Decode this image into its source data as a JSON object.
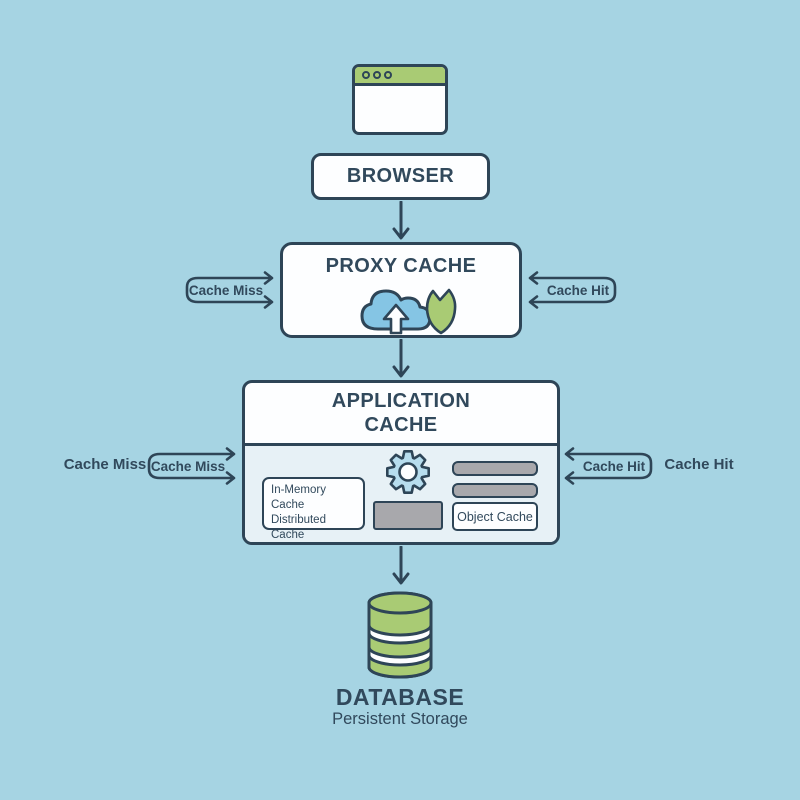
{
  "colors": {
    "background": "#a6d4e3",
    "line": "#2e4557",
    "text": "#31495c",
    "box-bg": "#fdfeff",
    "panel-bg": "#e7f1f6",
    "green": "#a9cb74",
    "cloud-blue": "#85c5e4",
    "gear-blue": "#b7ddee",
    "bar-gray": "#a8a8ac"
  },
  "diagram": {
    "browser": {
      "icon": "browser-window-icon",
      "label": "BROWSER"
    },
    "proxy_cache": {
      "title": "PROXY CACHE",
      "icons": [
        "cloud-upload-icon",
        "shield-icon"
      ],
      "cache_miss_label": "Cache Miss",
      "cache_hit_label": "Cache Hit"
    },
    "application_cache": {
      "title": "APPLICATION\nCACHE",
      "icon": "gear-icon",
      "in_memory_box_text": "In-Memory Cache\nDistributed\nCache",
      "object_cache_label": "Object Cache",
      "cache_miss_outer_label": "Cache Miss",
      "cache_miss_label": "Cache Miss",
      "cache_hit_label": "Cache Hit",
      "cache_hit_outer_label": "Cache Hit"
    },
    "database": {
      "icon": "database-cylinder-icon",
      "label": "DATABASE",
      "sublabel": "Persistent Storage"
    }
  }
}
